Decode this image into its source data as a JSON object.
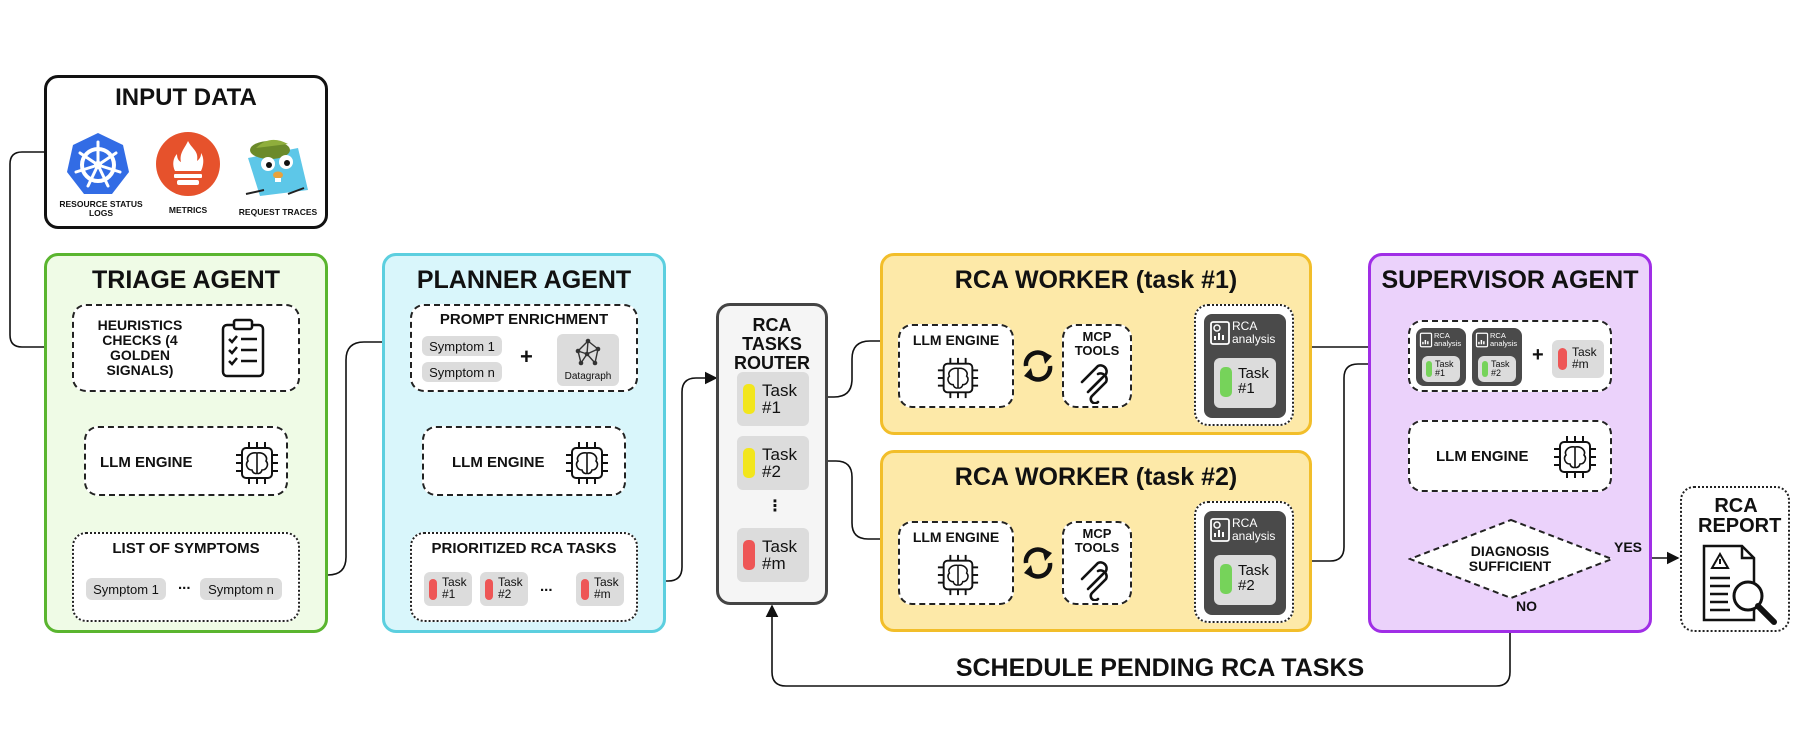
{
  "input": {
    "title": "INPUT DATA",
    "sources": [
      {
        "label": "RESOURCE STATUS LOGS",
        "icon": "kubernetes-icon"
      },
      {
        "label": "METRICS",
        "icon": "prometheus-icon"
      },
      {
        "label": "REQUEST TRACES",
        "icon": "jaeger-gopher-icon"
      }
    ]
  },
  "triage": {
    "title": "TRIAGE AGENT",
    "heuristics": "HEURISTICS CHECKS (4 GOLDEN SIGNALS)",
    "llm": "LLM ENGINE",
    "symptoms_title": "LIST OF SYMPTOMS",
    "symptom_1": "Symptom 1",
    "symptom_n": "Symptom n",
    "ellipsis": "..."
  },
  "planner": {
    "title": "PLANNER AGENT",
    "enrichment": "PROMPT ENRICHMENT",
    "symptom_1": "Symptom 1",
    "symptom_n": "Symptom n",
    "plus": "+",
    "datagraph": "Datagraph",
    "llm": "LLM ENGINE",
    "tasks_title": "PRIORITIZED RCA TASKS",
    "tasks": [
      "Task #1",
      "Task #2",
      "Task #m"
    ],
    "ellipsis": "..."
  },
  "router": {
    "title": "RCA TASKS ROUTER",
    "tasks": [
      "Task #1",
      "Task #2",
      "Task #m"
    ],
    "ellipsis": "⋮"
  },
  "worker1": {
    "title": "RCA WORKER (task #1)",
    "llm": "LLM ENGINE",
    "mcp": "MCP TOOLS",
    "analysis": "RCA analysis",
    "task": "Task #1"
  },
  "worker2": {
    "title": "RCA WORKER (task #2)",
    "llm": "LLM ENGINE",
    "mcp": "MCP TOOLS",
    "analysis": "RCA analysis",
    "task": "Task #2"
  },
  "supervisor": {
    "title": "SUPERVISOR AGENT",
    "analysis": "RCA analysis",
    "task1": "Task #1",
    "task2": "Task #2",
    "taskm": "Task #m",
    "plus": "+",
    "llm": "LLM ENGINE",
    "decision": "DIAGNOSIS SUFFICIENT",
    "yes": "YES",
    "no": "NO"
  },
  "report": {
    "title": "RCA REPORT"
  },
  "loop_label": "SCHEDULE PENDING RCA TASKS",
  "colors": {
    "triage_border": "#5ab52f",
    "triage_fill": "#effbe6",
    "planner_border": "#5ccfdf",
    "planner_fill": "#d9f6fb",
    "worker_border": "#f2be2a",
    "worker_fill": "#fde9a8",
    "supervisor_border": "#a02ee6",
    "supervisor_fill": "#ebd2fb",
    "task_yellow": "#f2e61c",
    "task_red": "#ee5656",
    "task_green": "#76d35a"
  }
}
